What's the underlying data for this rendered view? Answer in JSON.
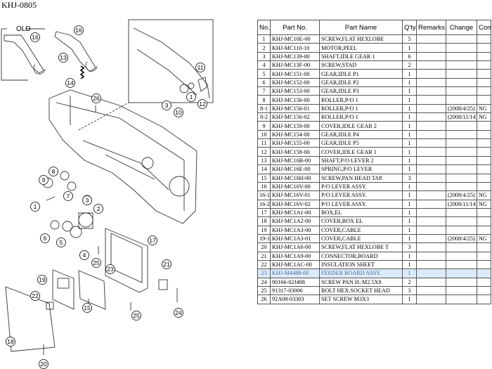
{
  "document": {
    "title": "KHJ-0805"
  },
  "diagram": {
    "old_label": "OLD",
    "callouts": [
      "16",
      "16",
      "13",
      "14",
      "26",
      "11",
      "3",
      "10",
      "1",
      "12",
      "8",
      "9",
      "7",
      "3",
      "2",
      "1",
      "4",
      "6",
      "5",
      "25",
      "17",
      "23",
      "19",
      "21",
      "22",
      "15",
      "25",
      "24",
      "18",
      "20"
    ]
  },
  "parts_table": {
    "headers": [
      "No.",
      "Part No.",
      "Part Name",
      "Q'ty",
      "Remarks",
      "Change",
      "Com-"
    ],
    "rows": [
      {
        "no": "1",
        "part": "KHJ-MC10E-00",
        "name": "SCREW,FLAT HEXLOBE",
        "qty": "5",
        "remarks": "",
        "change": "",
        "com": ""
      },
      {
        "no": "2",
        "part": "KHJ-MC110-10",
        "name": "MOTOR,PEEL",
        "qty": "1",
        "remarks": "",
        "change": "",
        "com": ""
      },
      {
        "no": "3",
        "part": "KHJ-MC139-00",
        "name": "SHAFT,IDLE GEAR 1",
        "qty": "6",
        "remarks": "",
        "change": "",
        "com": ""
      },
      {
        "no": "4",
        "part": "KHJ-MC13F-00",
        "name": "SCREW,STAD",
        "qty": "2",
        "remarks": "",
        "change": "",
        "com": ""
      },
      {
        "no": "5",
        "part": "KHJ-MC151-00",
        "name": "GEAR,IDLE P1",
        "qty": "1",
        "remarks": "",
        "change": "",
        "com": ""
      },
      {
        "no": "6",
        "part": "KHJ-MC152-00",
        "name": "GEAR,IDLE P2",
        "qty": "1",
        "remarks": "",
        "change": "",
        "com": ""
      },
      {
        "no": "7",
        "part": "KHJ-MC153-00",
        "name": "GEAR,IDLE P3",
        "qty": "1",
        "remarks": "",
        "change": "",
        "com": ""
      },
      {
        "no": "8",
        "part": "KHJ-MC156-00",
        "name": "ROLLER,P/O 1",
        "qty": "1",
        "remarks": "",
        "change": "",
        "com": ""
      },
      {
        "no": "8-1",
        "part": "KHJ-MC156-01",
        "name": "ROLLER,P/O 1",
        "qty": "1",
        "remarks": "",
        "change": "(2008/4/25)",
        "com": "NG"
      },
      {
        "no": "8-2",
        "part": "KHJ-MC156-02",
        "name": "ROLLER,P/O 1",
        "qty": "1",
        "remarks": "",
        "change": "(2008/11/14)",
        "com": "NG"
      },
      {
        "no": "9",
        "part": "KHJ-MC159-00",
        "name": "COVER,IDLE GEAR 2",
        "qty": "1",
        "remarks": "",
        "change": "",
        "com": ""
      },
      {
        "no": "10",
        "part": "KHJ-MC154-00",
        "name": "GEAR,IDLE P4",
        "qty": "1",
        "remarks": "",
        "change": "",
        "com": ""
      },
      {
        "no": "11",
        "part": "KHJ-MC155-00",
        "name": "GEAR,IDLE P5",
        "qty": "1",
        "remarks": "",
        "change": "",
        "com": ""
      },
      {
        "no": "12",
        "part": "KHJ-MC158-00",
        "name": "COVER,IDLE GEAR 1",
        "qty": "1",
        "remarks": "",
        "change": "",
        "com": ""
      },
      {
        "no": "13",
        "part": "KHJ-MC16B-00",
        "name": "SHAFT,P/O LEVER 2",
        "qty": "1",
        "remarks": "",
        "change": "",
        "com": ""
      },
      {
        "no": "14",
        "part": "KHJ-MC16E-00",
        "name": "SPRING,P/O LEVER",
        "qty": "1",
        "remarks": "",
        "change": "",
        "com": ""
      },
      {
        "no": "15",
        "part": "KHJ-MC16H-00",
        "name": "SCREW,PAN HEAD TAP.",
        "qty": "3",
        "remarks": "",
        "change": "",
        "com": ""
      },
      {
        "no": "16",
        "part": "KHJ-MC16V-00",
        "name": "P/O LEVER ASSY.",
        "qty": "1",
        "remarks": "",
        "change": "",
        "com": ""
      },
      {
        "no": "16-1",
        "part": "KHJ-MC16V-01",
        "name": "P/O LEVER ASSY.",
        "qty": "1",
        "remarks": "",
        "change": "(2008/4/25)",
        "com": "NG"
      },
      {
        "no": "16-2",
        "part": "KHJ-MC16V-02",
        "name": "P/O LEVER ASSY.",
        "qty": "1",
        "remarks": "",
        "change": "(2008/11/14)",
        "com": "NG"
      },
      {
        "no": "17",
        "part": "KHJ-MC1A1-00",
        "name": "BOX,EL",
        "qty": "1",
        "remarks": "",
        "change": "",
        "com": ""
      },
      {
        "no": "18",
        "part": "KHJ-MC1A2-00",
        "name": "COVER,BOX EL",
        "qty": "1",
        "remarks": "",
        "change": "",
        "com": ""
      },
      {
        "no": "19",
        "part": "KHJ-MC1A3-00",
        "name": "COVER,CABLE",
        "qty": "1",
        "remarks": "",
        "change": "",
        "com": ""
      },
      {
        "no": "19-1",
        "part": "KHJ-MC1A3-01",
        "name": "COVER,CABLE",
        "qty": "1",
        "remarks": "",
        "change": "(2008/4/25)",
        "com": "NG"
      },
      {
        "no": "20",
        "part": "KHJ-MC1A6-00",
        "name": "SCREW,FLAT HEXLOBE T",
        "qty": "3",
        "remarks": "",
        "change": "",
        "com": ""
      },
      {
        "no": "21",
        "part": "KHJ-MC1A9-00",
        "name": "CONNECTOR,BOARD",
        "qty": "1",
        "remarks": "",
        "change": "",
        "com": ""
      },
      {
        "no": "22",
        "part": "KHJ-MC1AC-00",
        "name": "INSULATION SHEET",
        "qty": "1",
        "remarks": "",
        "change": "",
        "com": ""
      },
      {
        "no": "23",
        "part": "KHJ-M4488-00",
        "name": "FEEDER BOARD ASSY.",
        "qty": "1",
        "remarks": "",
        "change": "",
        "com": "",
        "highlight": true
      },
      {
        "no": "24",
        "part": "90166-02J408",
        "name": "SCREW PAN H.:M2.5X8",
        "qty": "2",
        "remarks": "",
        "change": "",
        "com": ""
      },
      {
        "no": "25",
        "part": "91317-03006",
        "name": "BOLT HEX.SOCKET HEAD",
        "qty": "3",
        "remarks": "",
        "change": "",
        "com": ""
      },
      {
        "no": "26",
        "part": "92A08-03303",
        "name": "SET SCREW  M3X3",
        "qty": "1",
        "remarks": "",
        "change": "",
        "com": ""
      }
    ]
  }
}
